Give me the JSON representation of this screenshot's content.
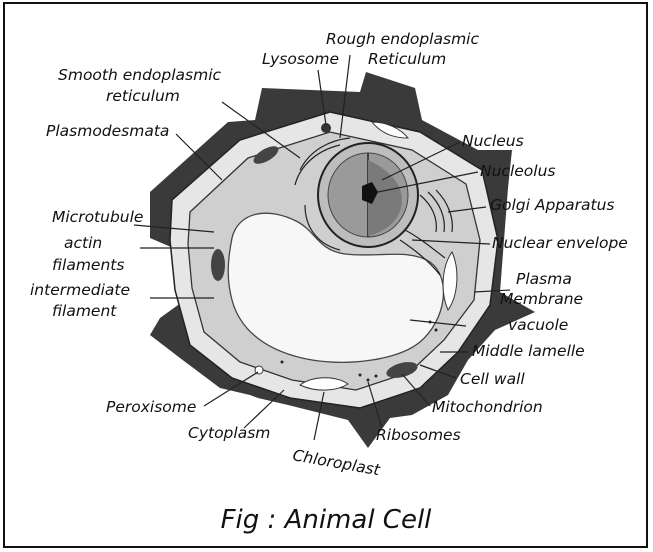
{
  "figure": {
    "caption": "Fig : Animal Cell",
    "labels": {
      "rough_er_line1": "Rough endoplasmic",
      "rough_er_line2": "Reticulum",
      "lysosome": "Lysosome",
      "smooth_er_line1": "Smooth endoplasmic",
      "smooth_er_line2": "reticulum",
      "plasmodesmata": "Plasmodesmata",
      "nucleus": "Nucleus",
      "nucleolus": "Nucleolus",
      "golgi": "Golgi Apparatus",
      "microtubule": "Microtubule",
      "actin_line1": "actin",
      "actin_line2": "filaments",
      "nuclear_envelope": "Nuclear envelope",
      "plasma_line1": "Plasma",
      "plasma_line2": "Membrane",
      "intermediate_line1": "intermediate",
      "intermediate_line2": "filament",
      "vacuole": "vacuole",
      "middle_lamelle": "Middle lamelle",
      "cell_wall": "Cell wall",
      "peroxisome": "Peroxisome",
      "mitochondrion": "Mitochondrion",
      "cytoplasm": "Cytoplasm",
      "ribosomes": "Ribosomes",
      "chloroplast": "Chloroplast"
    }
  }
}
